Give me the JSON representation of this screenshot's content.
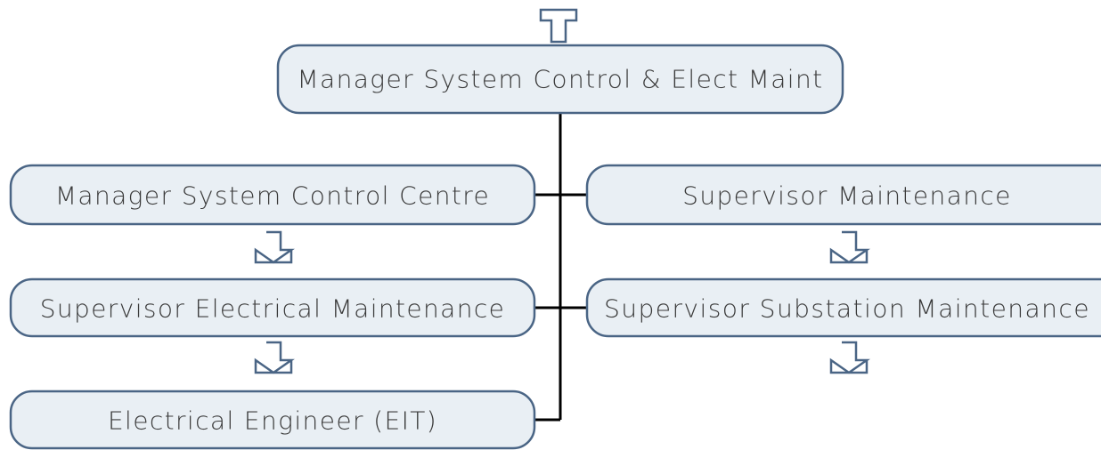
{
  "colors": {
    "box_fill": "#e9eff4",
    "box_border": "#4a6585",
    "connector": "#000000",
    "arrow_fill": "#ffffff",
    "arrow_border": "#4a6585",
    "text": "#3a3a3a"
  },
  "icons": {
    "expand_up": "expand-up-icon",
    "expand_down": "expand-down-icon"
  },
  "org_chart": {
    "root": {
      "title": "Manager System Control & Elect Maint",
      "has_parent_link": true
    },
    "children": [
      {
        "title": "Manager System Control Centre",
        "has_subordinates": true
      },
      {
        "title": "Supervisor Maintenance",
        "has_subordinates": true
      },
      {
        "title": "Supervisor Electrical Maintenance",
        "has_subordinates": true
      },
      {
        "title": "Supervisor Substation Maintenance",
        "has_subordinates": true
      },
      {
        "title": "Electrical Engineer (EIT)",
        "has_subordinates": false
      }
    ]
  }
}
